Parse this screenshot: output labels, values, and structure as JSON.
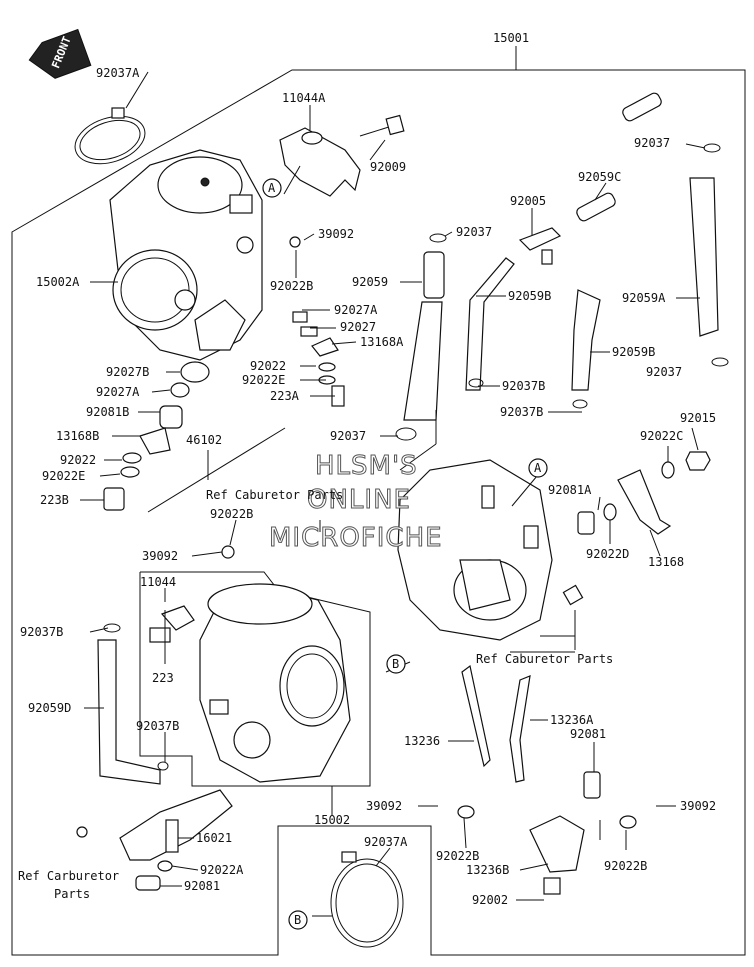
{
  "front_arrow": "FRONT",
  "callouts": {
    "a": "A",
    "b": "B"
  },
  "ref_labels": {
    "ref_center": "Ref Caburetor Parts",
    "ref_right": "Ref Caburetor Parts",
    "ref_left_line1": "Ref Carburetor",
    "ref_left_line2": "Parts"
  },
  "watermark": {
    "line1": "HLSM'S",
    "line2": "ONLINE",
    "line3": "MICROFICHE"
  },
  "labels": {
    "p15001": "15001",
    "p92037A_top": "92037A",
    "p11044A": "11044A",
    "p92009": "92009",
    "p92037_top": "92037",
    "p92059C": "92059C",
    "p92005": "92005",
    "p39092_top": "39092",
    "p92037_mid": "92037",
    "p15002A": "15002A",
    "p92059": "92059",
    "p92059B_1": "92059B",
    "p92059A": "92059A",
    "p92022B_top": "92022B",
    "p92027A_1": "92027A",
    "p92027": "92027",
    "p13168A": "13168A",
    "p92059B_2": "92059B",
    "p92022_1": "92022",
    "p92037_right": "92037",
    "p92027B": "92027B",
    "p92022E_1": "92022E",
    "p92037B_1": "92037B",
    "p92027A_2": "92027A",
    "p223A": "223A",
    "p92081B": "92081B",
    "p92037B_2": "92037B",
    "p92015": "92015",
    "p13168B": "13168B",
    "p46102": "46102",
    "p92037_low": "92037",
    "p92022C": "92022C",
    "p92022_2": "92022",
    "p92022E_2": "92022E",
    "p223B": "223B",
    "p92081A": "92081A",
    "p92022B_mid": "92022B",
    "p39092_mid": "39092",
    "p92022D": "92022D",
    "p13168": "13168",
    "p11044": "11044",
    "p92037B_3": "92037B",
    "p223": "223",
    "p13236A": "13236A",
    "p92081_right": "92081",
    "p92059D": "92059D",
    "p13236": "13236",
    "p92037B_4": "92037B",
    "p39092_low": "39092",
    "p39092_right": "39092",
    "p15002": "15002",
    "p92037A_bottom": "92037A",
    "p16021": "16021",
    "p92022B_low": "92022B",
    "p92022B_right": "92022B",
    "p13236B": "13236B",
    "p92022A": "92022A",
    "p92081_low": "92081",
    "p92002": "92002"
  }
}
